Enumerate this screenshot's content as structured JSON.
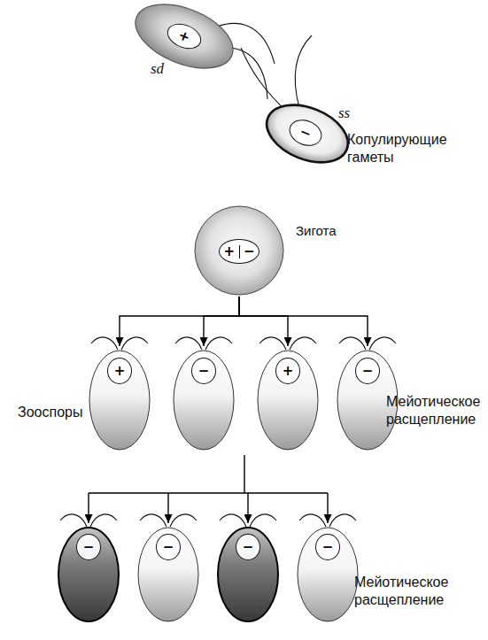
{
  "diagram": {
    "nodes": [
      {
        "text": [
          "sd"
        ]
      },
      {
        "text": [
          "+"
        ],
        "in": 0
      },
      {
        "text": [
          "ss"
        ]
      },
      {
        "text": [
          "−"
        ],
        "in": 2
      },
      {
        "text": [
          "Зигота"
        ]
      },
      {
        "text": [
          "+",
          "−"
        ],
        "in": 4
      },
      {},
      {
        "text": [
          "+"
        ],
        "in": 6
      },
      {},
      {
        "text": [
          "−"
        ],
        "in": 8
      },
      {},
      {
        "text": [
          "+"
        ],
        "in": 10
      },
      {},
      {
        "text": [
          "−"
        ],
        "in": 12
      },
      {},
      {
        "text": [
          "−"
        ],
        "in": 14
      },
      {},
      {
        "text": [
          "−"
        ],
        "in": 16
      },
      {},
      {
        "text": [
          "−"
        ],
        "in": 18
      },
      {},
      {
        "text": [
          "−"
        ],
        "in": 20
      }
    ],
    "edges": [
      {
        "from": 4,
        "to": 6,
        "arrow": "to"
      },
      {
        "from": 4,
        "to": 8,
        "arrow": "to"
      },
      {
        "from": 4,
        "to": 10,
        "arrow": "to"
      },
      {
        "from": 4,
        "to": 12,
        "arrow": "to"
      }
    ],
    "labels": [
      "Копулирующие гаметы",
      "Зооспоры",
      "Мейотическое расщепление",
      "Мейотическое расщепление"
    ]
  }
}
